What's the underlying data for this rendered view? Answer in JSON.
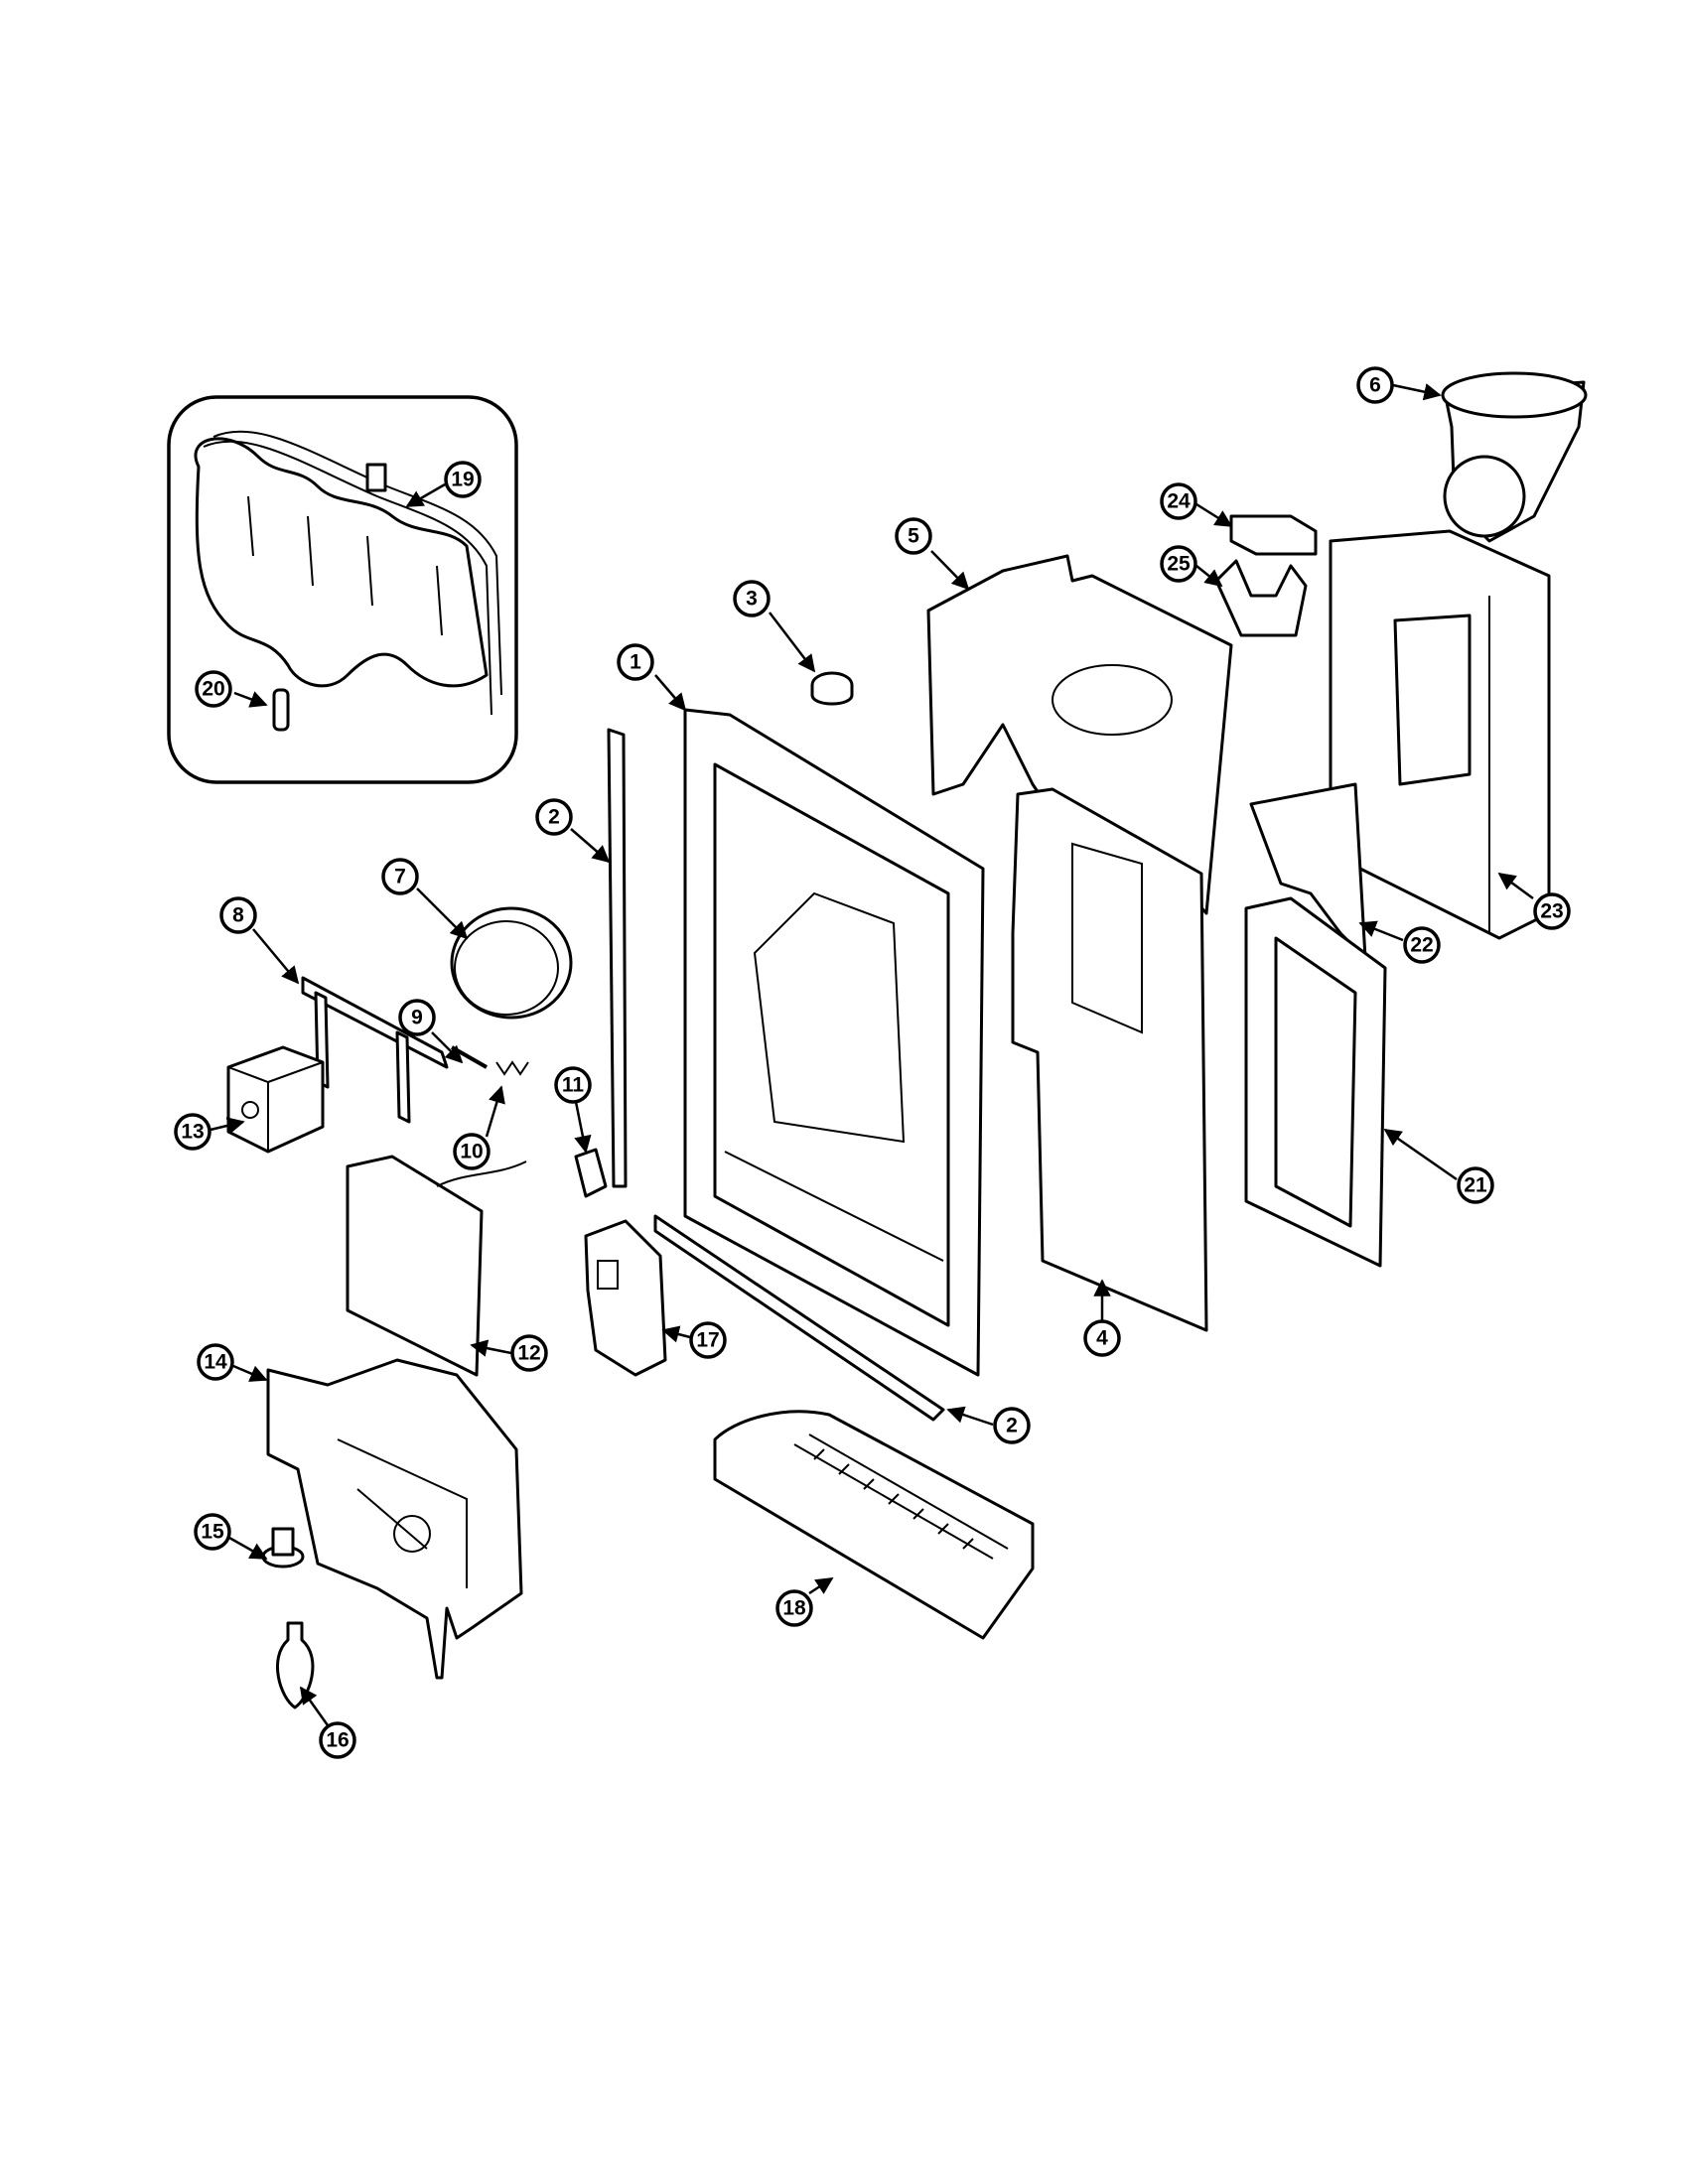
{
  "callouts": [
    {
      "id": "1",
      "label": "1"
    },
    {
      "id": "2a",
      "label": "2"
    },
    {
      "id": "2b",
      "label": "2"
    },
    {
      "id": "3",
      "label": "3"
    },
    {
      "id": "4",
      "label": "4"
    },
    {
      "id": "5",
      "label": "5"
    },
    {
      "id": "6",
      "label": "6"
    },
    {
      "id": "7",
      "label": "7"
    },
    {
      "id": "8",
      "label": "8"
    },
    {
      "id": "9",
      "label": "9"
    },
    {
      "id": "10",
      "label": "10"
    },
    {
      "id": "11",
      "label": "11"
    },
    {
      "id": "12",
      "label": "12"
    },
    {
      "id": "13",
      "label": "13"
    },
    {
      "id": "14",
      "label": "14"
    },
    {
      "id": "15",
      "label": "15"
    },
    {
      "id": "16",
      "label": "16"
    },
    {
      "id": "17",
      "label": "17"
    },
    {
      "id": "18",
      "label": "18"
    },
    {
      "id": "19",
      "label": "19"
    },
    {
      "id": "20",
      "label": "20"
    },
    {
      "id": "21",
      "label": "21"
    },
    {
      "id": "22",
      "label": "22"
    },
    {
      "id": "23",
      "label": "23"
    },
    {
      "id": "24",
      "label": "24"
    },
    {
      "id": "25",
      "label": "25"
    }
  ]
}
